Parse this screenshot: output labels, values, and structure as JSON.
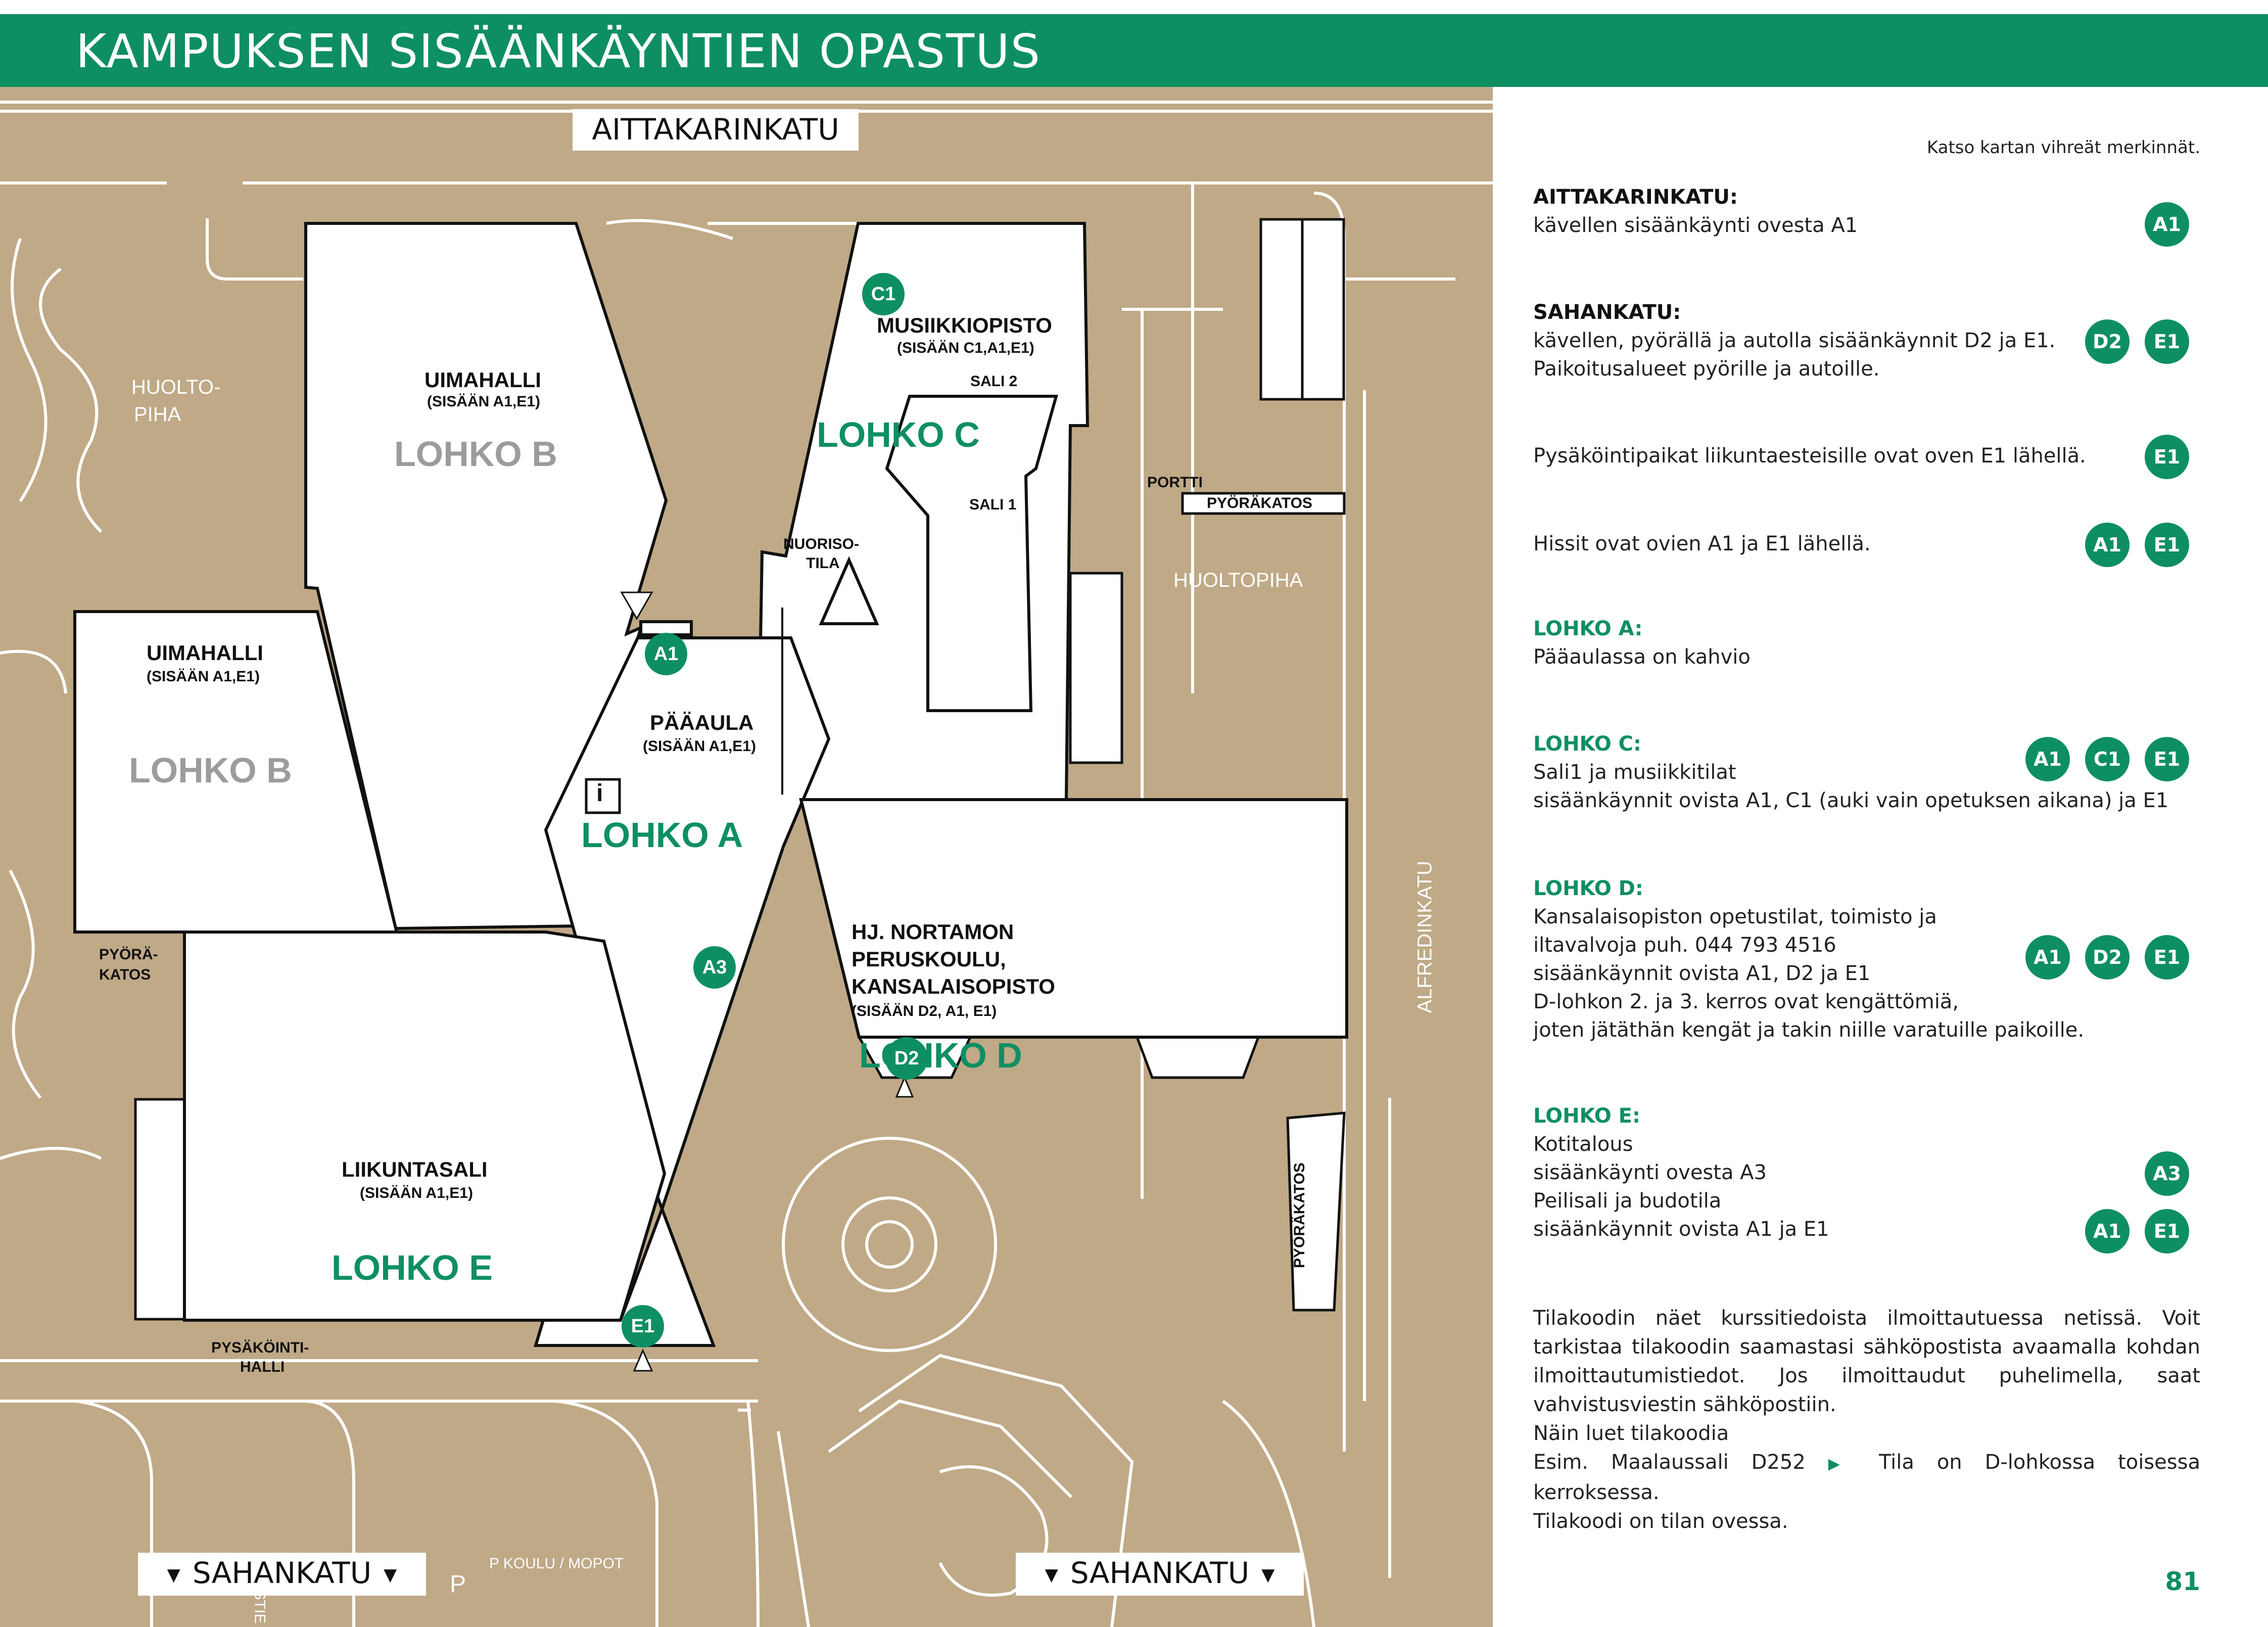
{
  "title": "KAMPUKSEN SISÄÄNKÄYNTIEN OPASTUS",
  "map": {
    "streets": {
      "north": "AITTAKARINKATU",
      "east": "ALFREDINKATU",
      "south_left": "SAHANKATU",
      "south_right": "SAHANKATU"
    },
    "areas": {
      "huoltopiha_west": [
        "HUOLTO-",
        "PIHA"
      ],
      "huoltopiha_east": "HUOLTOPIHA",
      "portti": "PORTTI",
      "pyorakatos_top": "PYÖRÄKATOS",
      "pyorakatos_west": [
        "PYÖRÄ-",
        "KATOS"
      ],
      "pyorakatos_east": "PYÖRÄKATOS",
      "pysakointihalli": [
        "PYSÄKÖINTI-",
        "HALLI"
      ],
      "parking_p": "P",
      "p_koulu": "P KOULU / MOPOT",
      "stie": "STIE"
    },
    "buildings": {
      "uimahalli_top": {
        "name": "UIMAHALLI",
        "sub": "(SISÄÄN A1,E1)",
        "lohko": "LOHKO B"
      },
      "uimahalli_left": {
        "name": "UIMAHALLI",
        "sub": "(SISÄÄN A1,E1)",
        "lohko": "LOHKO B"
      },
      "musiikkiopisto": {
        "name": "MUSIIKKIOPISTO",
        "sub": "(SISÄÄN C1,A1,E1)",
        "lohko": "LOHKO C"
      },
      "sali2": "SALI 2",
      "sali1": "SALI 1",
      "nuorisotila": [
        "NUORISO-",
        "TILA"
      ],
      "paaaula": {
        "name": "PÄÄAULA",
        "sub": "(SISÄÄN A1,E1)",
        "lohko": "LOHKO A",
        "info": "i"
      },
      "nortamo": {
        "lines": [
          "HJ. NORTAMON",
          "PERUSKOULU,",
          "KANSALAISOPISTO"
        ],
        "sub": "(SISÄÄN  D2, A1, E1)",
        "lohko": "LOHKO D"
      },
      "liikuntasali": {
        "name": "LIIKUNTASALI",
        "sub": "(SISÄÄN A1,E1)",
        "lohko": "LOHKO E"
      }
    },
    "doors": [
      "C1",
      "A1",
      "A3",
      "D2",
      "E1"
    ]
  },
  "panel": {
    "intro": "Katso kartan vihreät merkinnät.",
    "sections": [
      {
        "heading": "AITTAKARINKATU:",
        "lines": [
          "kävellen sisäänkäynti ovesta A1"
        ],
        "badges": [
          "A1"
        ]
      },
      {
        "heading": "SAHANKATU:",
        "lines": [
          "kävellen, pyörällä ja autolla sisäänkäynnit D2 ja E1.",
          "Paikoitusalueet pyörille ja autoille."
        ],
        "badges": [
          "D2",
          "E1"
        ]
      },
      {
        "heading": "",
        "lines": [
          "Pysäköintipaikat liikuntaesteisille ovat oven E1 lähellä."
        ],
        "badges": [
          "E1"
        ]
      },
      {
        "heading": "",
        "lines": [
          "Hissit ovat ovien A1 ja E1 lähellä."
        ],
        "badges": [
          "A1",
          "E1"
        ]
      },
      {
        "heading": "LOHKO A:",
        "lines": [
          "Pääaulassa on kahvio"
        ],
        "badges": []
      },
      {
        "heading": "LOHKO C:",
        "lines": [
          "Sali1 ja musiikkitilat",
          "sisäänkäynnit ovista A1, C1 (auki vain opetuksen aikana) ja E1"
        ],
        "badges": [
          "A1",
          "C1",
          "E1"
        ]
      },
      {
        "heading": "LOHKO D:",
        "lines": [
          "Kansalaisopiston opetustilat, toimisto ja",
          "iltavalvoja puh. 044 793 4516",
          "sisäänkäynnit ovista A1, D2 ja E1",
          "D-lohkon 2. ja 3. kerros ovat kengättömiä,",
          "joten jätäthän kengät ja takin niille varatuille paikoille."
        ],
        "badges": [
          "A1",
          "D2",
          "E1"
        ]
      },
      {
        "heading": "LOHKO E:",
        "lines": [
          "Kotitalous",
          "sisäänkäynti ovesta A3",
          "Peilisali ja budotila",
          "sisäänkäynnit ovista A1 ja E1"
        ],
        "badges": [
          "A3",
          "A1",
          "E1"
        ]
      }
    ],
    "note": {
      "paragraph": "Tilakoodin näet kurssitiedoista ilmoittautuessa netissä. Voit tarkistaa tilakoodin saamastasi sähköpostista avaamalla kohdan ilmoittautumistiedot. Jos ilmoittaudut puhelimella, saat vahvistusviestin sähköpostiin.",
      "line2": "Näin luet tilakoodia",
      "example_left": "Esim. Maalaussali D252",
      "example_right": "Tila on D-lohkossa toisessa kerroksessa.",
      "line4": "Tilakoodi on tilan ovessa."
    },
    "page_number": "81"
  },
  "colors": {
    "green": "#0e8f62",
    "map_bg": "#bfa986",
    "lohko_grey": "#9c9c9c"
  }
}
